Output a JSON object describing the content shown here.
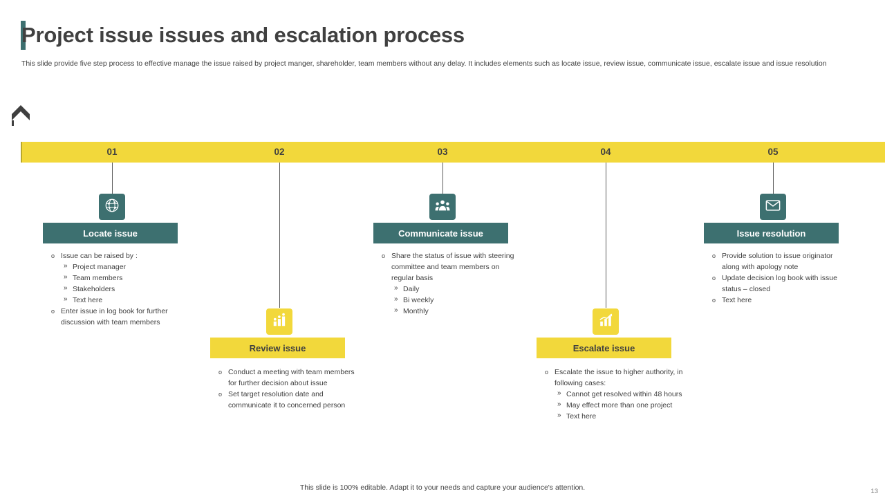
{
  "slide": {
    "title": "Project issue issues and escalation process",
    "subtitle": "This slide provide five step process to effective manage the issue raised by project manger, shareholder, team members without any delay.  It includes elements such as locate issue, review issue, communicate issue, escalate issue and issue resolution",
    "footer": "This slide is 100% editable. Adapt it to your needs and capture your audience's attention.",
    "page_number": "13"
  },
  "colors": {
    "teal": "#3d7070",
    "yellow": "#f2d83b",
    "text": "#404040"
  },
  "steps": [
    {
      "number": "01",
      "label": "Locate issue",
      "icon": "globe-network-icon",
      "theme": "teal",
      "bullets": [
        {
          "level": 1,
          "text": "Issue can be raised by :"
        },
        {
          "level": 2,
          "text": "Project manager"
        },
        {
          "level": 2,
          "text": "Team members"
        },
        {
          "level": 2,
          "text": "Stakeholders"
        },
        {
          "level": 2,
          "text": "Text here"
        },
        {
          "level": 1,
          "text": "Enter issue in log book for further discussion with team members"
        }
      ]
    },
    {
      "number": "02",
      "label": "Review issue",
      "icon": "bar-chart-people-icon",
      "theme": "yellow",
      "bullets": [
        {
          "level": 1,
          "text": "Conduct a meeting with team members for further decision about issue"
        },
        {
          "level": 1,
          "text": "Set target resolution date and communicate it to concerned person"
        }
      ]
    },
    {
      "number": "03",
      "label": "Communicate issue",
      "icon": "people-group-icon",
      "theme": "teal",
      "bullets": [
        {
          "level": 1,
          "text": "Share the status of issue with steering committee and team members on regular basis"
        },
        {
          "level": 2,
          "text": "Daily"
        },
        {
          "level": 2,
          "text": "Bi weekly"
        },
        {
          "level": 2,
          "text": "Monthly"
        }
      ]
    },
    {
      "number": "04",
      "label": "Escalate issue",
      "icon": "growth-chart-icon",
      "theme": "yellow",
      "bullets": [
        {
          "level": 1,
          "text": "Escalate the issue to higher authority, in following cases:"
        },
        {
          "level": 2,
          "text": "Cannot get resolved within 48 hours"
        },
        {
          "level": 2,
          "text": "May effect more than one project"
        },
        {
          "level": 2,
          "text": "Text here"
        }
      ]
    },
    {
      "number": "05",
      "label": "Issue resolution",
      "icon": "envelope-mail-icon",
      "theme": "teal",
      "bullets": [
        {
          "level": 1,
          "text": "Provide solution to issue originator along with apology note"
        },
        {
          "level": 1,
          "text": "Update decision log book with issue status – closed"
        },
        {
          "level": 1,
          "text": "Text here"
        }
      ]
    }
  ],
  "markers": {
    "level1": "o",
    "level2": "»"
  }
}
